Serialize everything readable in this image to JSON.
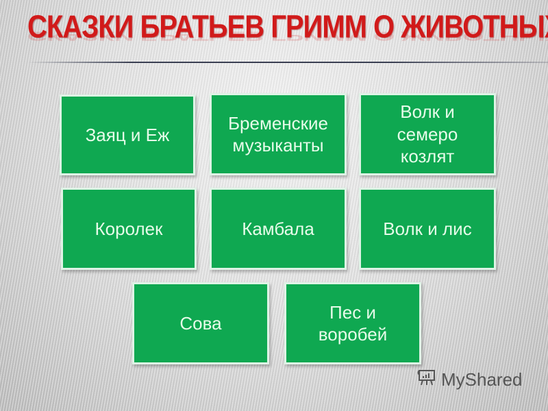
{
  "slide": {
    "title": "СКАЗКИ БРАТЬЕВ ГРИММ О ЖИВОТНЫХ:",
    "tiles": [
      {
        "label": "Заяц и Еж"
      },
      {
        "label": "Бременские музыканты"
      },
      {
        "label": "Волк и семеро козлят"
      },
      {
        "label": "Королек"
      },
      {
        "label": "Камбала"
      },
      {
        "label": "Волк и лис"
      },
      {
        "label": "Сова"
      },
      {
        "label": "Пес и воробей"
      }
    ],
    "colors": {
      "title": "#d11a1a",
      "tile_bg": "#0fa851",
      "tile_text": "#e6fbe9"
    }
  },
  "watermark": {
    "text": "MyShared",
    "icon": "presentation-board-icon"
  }
}
